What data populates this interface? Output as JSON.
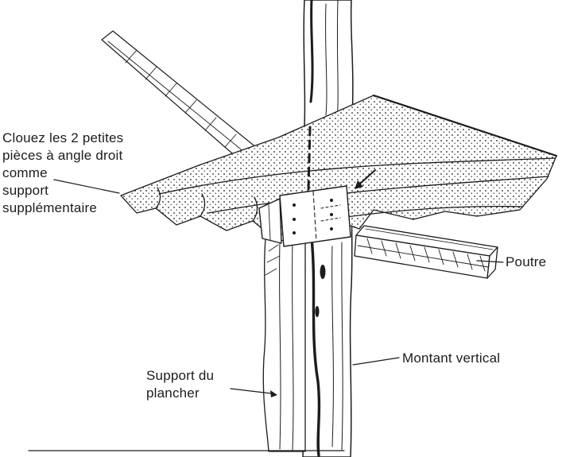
{
  "colors": {
    "ink": "#1c1c1c",
    "paper": "#ffffff"
  },
  "labels": {
    "annotation": {
      "line1": "Clouez les 2 petites",
      "line2": "pièces à angle droit",
      "line3": "comme",
      "line4": "support",
      "line5": "supplémentaire"
    },
    "beam": "Poutre",
    "vertical_post": "Montant vertical",
    "floor_support_line1": "Support du",
    "floor_support_line2": "plancher"
  }
}
